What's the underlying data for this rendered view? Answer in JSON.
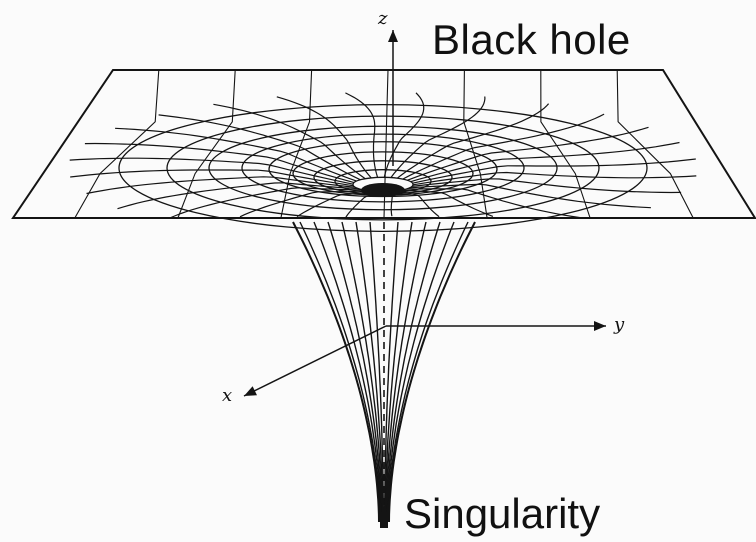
{
  "title": "Black hole",
  "bottom_label": "Singularity",
  "axes": {
    "z": "z",
    "y": "y",
    "x": "x"
  },
  "colors": {
    "line": "#141414",
    "background": "#fbfbfb"
  }
}
